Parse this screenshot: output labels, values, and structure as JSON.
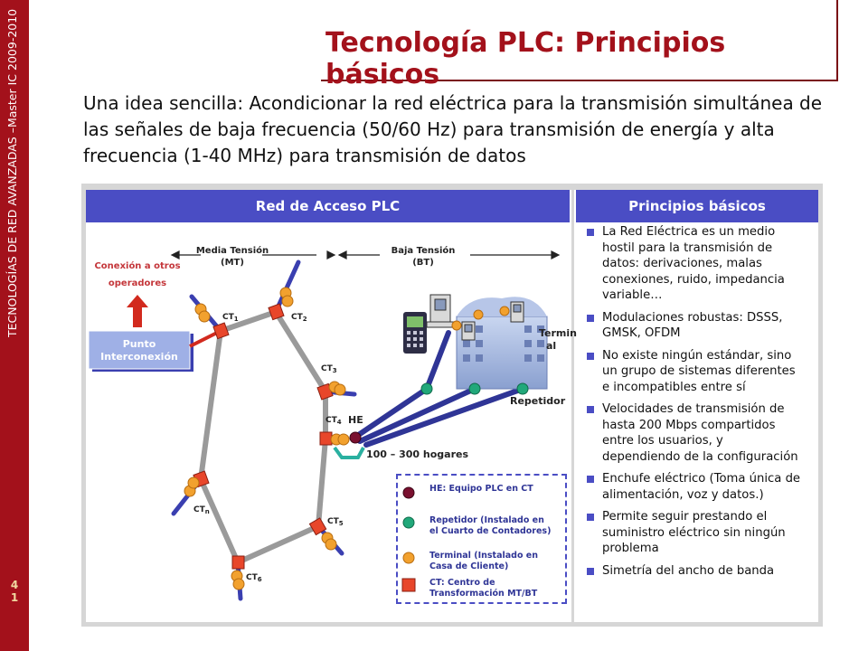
{
  "sidebar": {
    "vertical_text": "TECNOLOGÍAS DE RED AVANZADAS –Master IC 2009-2010",
    "page_number_line1": "4",
    "page_number_line2": "1"
  },
  "title": "Tecnología PLC: Principios básicos",
  "intro": "Una idea sencilla: Acondicionar la red eléctrica para la transmisión simultánea de las señales de baja frecuencia (50/60 Hz) para transmisión de energía y alta frecuencia (1-40 MHz) para transmisión de datos",
  "left_panel": {
    "header": "Red de Acceso PLC",
    "media_tension_line1": "Media Tensión",
    "media_tension_line2": "(MT)",
    "baja_tension_line1": "Baja Tensión",
    "baja_tension_line2": "(BT)",
    "conexion_line1": "Conexión a otros",
    "conexion_line2": "operadores",
    "punto_line1": "Punto",
    "punto_line2": "Interconexión",
    "ct1": "CT",
    "ct1_sub": "1",
    "ct2": "CT",
    "ct2_sub": "2",
    "ct3": "CT",
    "ct3_sub": "3",
    "ct4": "CT",
    "ct4_sub": "4",
    "ct5": "CT",
    "ct5_sub": "5",
    "ct6": "CT",
    "ct6_sub": "6",
    "ctn": "CT",
    "ctn_sub": "n",
    "he": "HE",
    "hogares": "100 – 300  hogares",
    "terminal_line1": "Termin",
    "terminal_line2": "al",
    "repetidor": "Repetidor",
    "legend": {
      "he": "HE: Equipo PLC en CT",
      "repetidor_line1": "Repetidor (Instalado en",
      "repetidor_line2": "el Cuarto de Contadores)",
      "terminal_line1": "Terminal (Instalado en",
      "terminal_line2": "Casa de Cliente)",
      "ct_line1": "CT: Centro de",
      "ct_line2": "Transformación MT/BT"
    }
  },
  "right_panel": {
    "header": "Principios básicos",
    "bullets": [
      "La Red Eléctrica es un medio hostil para la transmisión de datos: derivaciones, malas conexiones, ruido, impedancia variable…",
      "Modulaciones robustas: DSSS, GMSK, OFDM",
      "No existe ningún estándar, sino un grupo de sistemas diferentes e incompatibles entre sí",
      "Velocidades de transmisión de hasta 200 Mbps compartidos entre los usuarios, y dependiendo de la configuración",
      "Enchufe eléctrico (Toma única de alimentación, voz y datos.)",
      "Permite seguir prestando el suministro eléctrico sin ningún problema",
      "Simetría del ancho de banda"
    ]
  },
  "colors": {
    "brand_red": "#a3111b",
    "header_blue": "#4a4dc4",
    "ct_red": "#e8462a",
    "terminal_orange": "#f2a12e",
    "repeater_green": "#21a87a",
    "he_maroon": "#7a1030",
    "cable_blue": "#2f3596"
  }
}
